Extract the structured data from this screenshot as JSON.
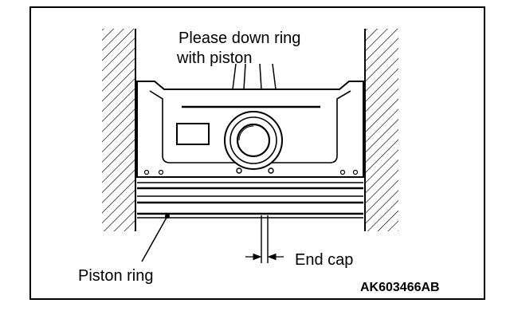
{
  "labels": {
    "instruction_line1": "Please down ring",
    "instruction_line2": "with piston",
    "piston_ring": "Piston ring",
    "end_cap": "End cap",
    "figure_code": "AK603466AB"
  },
  "colors": {
    "ink": "#000000",
    "background": "#ffffff"
  }
}
